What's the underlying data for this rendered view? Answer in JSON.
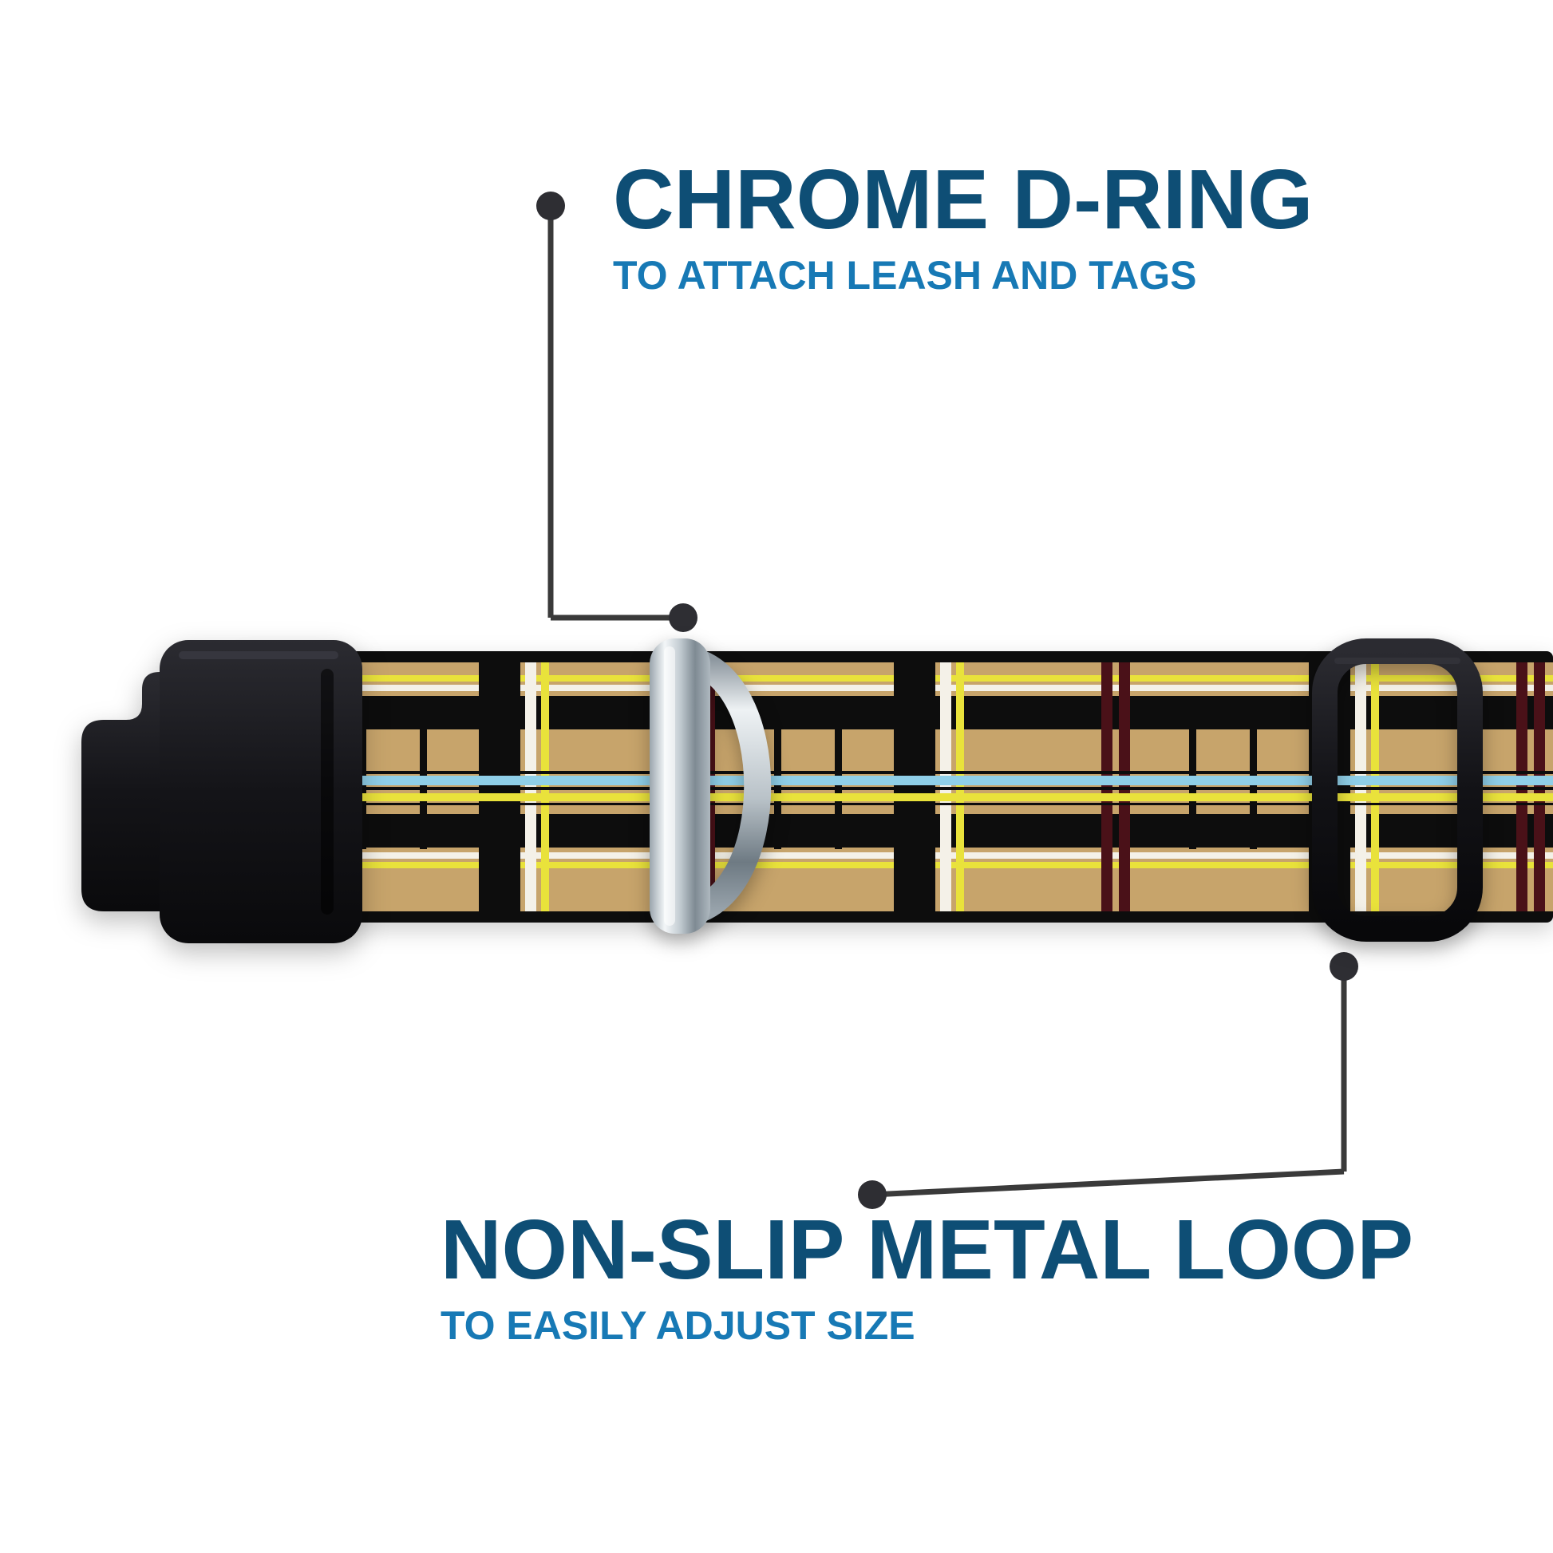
{
  "callouts": {
    "chrome_d_ring": {
      "title": "CHROME D-RING",
      "subtitle": "TO ATTACH LEASH AND TAGS"
    },
    "metal_loop": {
      "title": "NON-SLIP METAL LOOP",
      "subtitle": "TO EASILY ADJUST SIZE"
    }
  },
  "icons": {
    "buckle": "black-side-release-buckle",
    "d_ring": "chrome-d-ring",
    "slider": "metal-slide-adjuster-loop",
    "callout_dot": "callout-dot",
    "callout_line": "callout-line"
  },
  "colors": {
    "background": "#ffffff",
    "title_text": "#0e4e75",
    "subtitle_text": "#1779b5",
    "callout_line": "#3a3a3a",
    "strap_tan": "#c7a46b",
    "strap_black": "#0d0d0d",
    "stripe_maroon": "#4a1118",
    "stripe_yellow": "#e9e23b",
    "stripe_blue": "#8fcfe8",
    "stripe_white": "#f4f1e8",
    "hardware_black": "#131317",
    "chrome": "#c3ccd2"
  }
}
